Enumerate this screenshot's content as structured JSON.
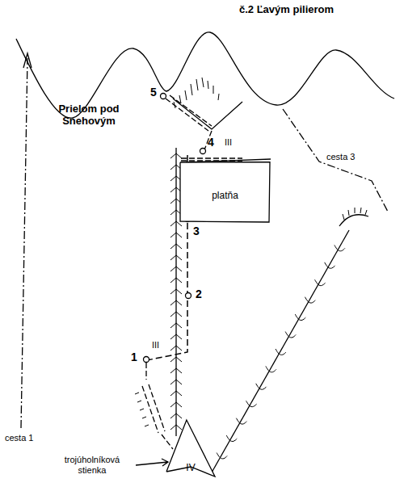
{
  "diagram": {
    "title": "č.2 Ľavým pilierom",
    "nodes": [
      {
        "text": [
          "platňa"
        ]
      },
      {
        "text": [
          "IV"
        ]
      }
    ],
    "labels": [
      "Prielom pod Snehovým",
      "5",
      "III",
      "4",
      "cesta 3",
      "3",
      "2",
      "1",
      "III",
      "cesta 1",
      "trojúholníková stienka"
    ]
  }
}
